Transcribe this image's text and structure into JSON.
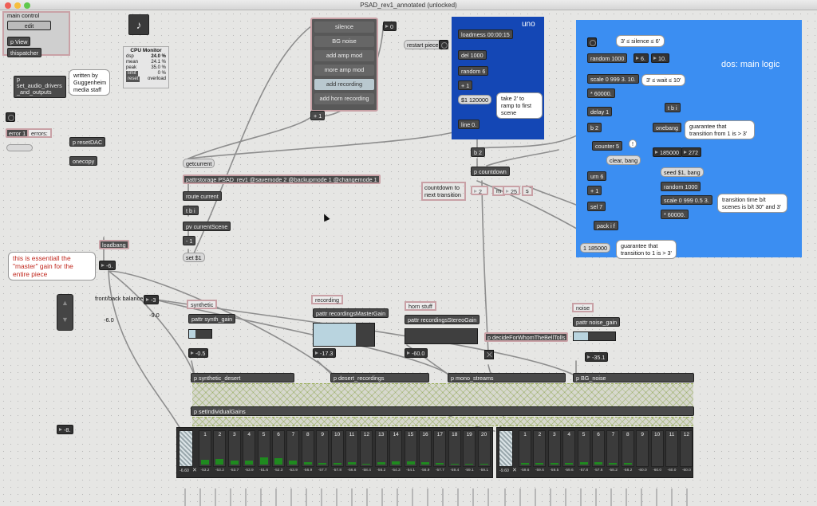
{
  "window": {
    "title": "PSAD_rev1_annotated (unlocked)"
  },
  "main_control": {
    "label": "main control",
    "edit": "edit",
    "pview": "p View",
    "thispatcher": "thispatcher"
  },
  "cpu_monitor": {
    "title": "CPU Monitor",
    "dsp_label": "dsp",
    "dsp": "24.0 %",
    "mean_label": "mean",
    "mean": "24.1 %",
    "peak_label": "peak",
    "peak": "35.0 %",
    "limit": "limit",
    "limit_value": "0 %",
    "reset": "reset",
    "overload": "overload"
  },
  "left": {
    "audio_drivers": "p set_audio_drivers _and_outputs",
    "guggenheim_note": "written by Guggenheim media staff",
    "error": "error 1",
    "errors_label": "errors:",
    "reset_dac": "p resetDAC",
    "onecopy": "onecopy",
    "master_note": "this is essentiall the \"master\" gain for the entire piece",
    "loadbang": "loadbang",
    "master_gain": "-6.",
    "front_back": "front/back balance",
    "front_back_value": "-3",
    "value_a": "-6.0",
    "value_b": "-9.0",
    "bottom_num": "-8."
  },
  "scene_menu": {
    "items": [
      "silence",
      "BG noise",
      "add amp mod",
      "more amp mod",
      "add recording",
      "add horn recording"
    ],
    "selected": 4,
    "out": "0",
    "plus1": "+ 1"
  },
  "pattr": {
    "getcurrent": "getcurrent",
    "storage": "pattrstorage PSAD_rev1 @savemode 2 @backupmode 1 @changemode 1",
    "route": "route current",
    "tbi": "t b i",
    "pv": "pv currentScene",
    "minus1": "- 1",
    "set": "set $1"
  },
  "uno": {
    "title": "uno",
    "restart": "restart piece",
    "loadmess": "loadmess 00:00:15",
    "del": "del 1000",
    "random": "random 6",
    "plus1": "+ 1",
    "ramp": "$1 120000",
    "ramp_note": "take 2' to ramp to first scene",
    "line": "line 0."
  },
  "countdown": {
    "b2": "b 2",
    "p_countdown": "p countdown",
    "label": "countdown to next transition",
    "min": "2",
    "m": "m",
    "sec": "25",
    "s": "s"
  },
  "dos": {
    "title": "dos: main logic",
    "silence_note": "3' ≤ silence ≤ 6'",
    "random1000": "random 1000",
    "n6": "6.",
    "n10": "10.",
    "scale1": "scale 0 999 3. 10.",
    "wait_note": "3' ≤ wait ≤ 10'",
    "mult": "* 60000.",
    "tbi": "t b i",
    "delay": "delay 1",
    "onebang": "onebang",
    "b2": "b 2",
    "guarantee1": "guarantee that transition from 1 is > 3'",
    "counter": "counter 5",
    "clear": "clear, bang",
    "n185000": "185000",
    "n272": "272",
    "seed": "seed $1, bang",
    "um6": "urn 6",
    "random1000b": "random 1000",
    "plus1": "+ 1",
    "scale2": "scale 0 999 0.5 3.",
    "transition_note": "transition time b/t scenes is b/t 30\" and 3'",
    "sel7": "sel 7",
    "mult2": "* 60000.",
    "pack": "pack i f",
    "msg185000": "1 185000",
    "guarantee2": "guarantee that transition to 1 is > 3'"
  },
  "groups": [
    {
      "label": "synthetic",
      "pattr": "pattr synth_gain",
      "value": "-0.5",
      "level": 0.28,
      "patcher": "p synthetic_desert"
    },
    {
      "label": "recording",
      "pattr": "pattr recordingsMasterGain",
      "value": "-17.3",
      "level": 0.7,
      "patcher": "p desert_recordings"
    },
    {
      "label": "horn stuff",
      "pattr": "pattr recordingsStereoGain",
      "value": "-60.0",
      "level": 0.0,
      "patcher": "p mono_streams"
    },
    {
      "label": "noise",
      "pattr": "pattr noise_gain",
      "value": "-35.1",
      "level": 0.35,
      "patcher": "p BG_noise"
    }
  ],
  "bell": "p decideForWhomTheBellTolls",
  "setgains": "p setIndividualGains",
  "mixer_left": {
    "master_db": "-6.60",
    "x_icon": "✕",
    "channels": [
      "1",
      "2",
      "3",
      "4",
      "5",
      "6",
      "7",
      "8",
      "9",
      "10",
      "11",
      "12",
      "13",
      "14",
      "15",
      "16",
      "17",
      "18",
      "19",
      "20"
    ],
    "db": [
      "-53.2",
      "-53.2",
      "-53.7",
      "-53.9",
      "-51.6",
      "-52.3",
      "-53.9",
      "-56.9",
      "-57.7",
      "-57.8",
      "-56.6",
      "-58.4",
      "-56.2",
      "-54.3",
      "-54.1",
      "-56.9",
      "-57.7",
      "-59.4",
      "-59.1",
      "-59.1"
    ],
    "meter": [
      0.14,
      0.16,
      0.12,
      0.12,
      0.2,
      0.18,
      0.12,
      0.06,
      0.04,
      0.04,
      0.06,
      0.03,
      0.06,
      0.1,
      0.1,
      0.06,
      0.04,
      0.02,
      0.02,
      0.02
    ]
  },
  "mixer_right": {
    "master_db": "-9.60",
    "x_icon": "✕",
    "channels": [
      "1",
      "2",
      "3",
      "4",
      "5",
      "6",
      "7",
      "8",
      "9",
      "10",
      "11",
      "12"
    ],
    "db": [
      "-59.6",
      "-59.6",
      "-59.5",
      "-59.6",
      "-57.8",
      "-57.6",
      "-58.2",
      "-58.2",
      "-60.0",
      "-60.0",
      "-60.0",
      "-60.0"
    ],
    "meter": [
      0.05,
      0.05,
      0.05,
      0.05,
      0.06,
      0.06,
      0.05,
      0.05,
      0.0,
      0.0,
      0.0,
      0.0
    ]
  },
  "colors": {
    "uno_panel": "#1447b5",
    "dos_panel": "#3b8ef2",
    "highlight": "#c9a1a6",
    "meter": "#1f8a1f"
  }
}
